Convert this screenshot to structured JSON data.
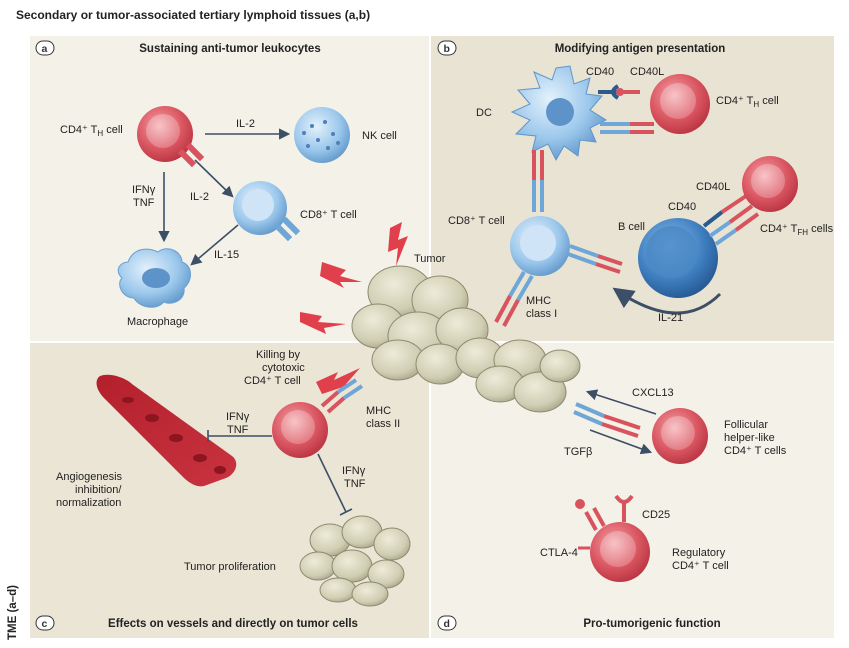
{
  "title": "Secondary or tumor-associated tertiary lymphoid tissues (a,b)",
  "side_label": "TME (a–d)",
  "colors": {
    "panel_a": "#f4f1e8",
    "panel_b": "#e9e3d4",
    "panel_c": "#ebe5d6",
    "panel_d": "#f4f1e8",
    "red_cell": "#d9535e",
    "blue_cell": "#8fbfe6",
    "tumor": "#d3d1b7",
    "arrow": "#3d4f66"
  },
  "panels": {
    "a": {
      "letter": "a",
      "title": "Sustaining anti-tumor leukocytes"
    },
    "b": {
      "letter": "b",
      "title": "Modifying antigen presentation"
    },
    "c": {
      "letter": "c",
      "title": "Effects on vessels and directly on tumor cells"
    },
    "d": {
      "letter": "d",
      "title": "Pro-tumorigenic function"
    }
  },
  "labels": {
    "a_cd4": "CD4⁺ T",
    "a_cd4_sub": "H",
    "a_cd4_tail": " cell",
    "a_il2_top": "IL-2",
    "a_nk": "NK cell",
    "a_ifn": "IFNγ",
    "a_tnf": "TNF",
    "a_il2": "IL-2",
    "a_cd8": "CD8⁺ T cell",
    "a_il15": "IL-15",
    "a_macro": "Macrophage",
    "tumor": "Tumor",
    "b_cd40": "CD40",
    "b_cd40l": "CD40L",
    "b_dc": "DC",
    "b_cd4": "CD4⁺ T",
    "b_cd4_sub": "H",
    "b_cd4_tail": " cell",
    "b_cd8": "CD8⁺ T cell",
    "b_bcell": "B cell",
    "b_cd40l2": "CD40L",
    "b_cd40_2": "CD40",
    "b_tfh": "CD4⁺ T",
    "b_tfh_sub": "FH",
    "b_tfh_tail": " cells",
    "b_mhc1": "MHC",
    "b_mhc1_2": "class I",
    "b_il21": "IL-21",
    "c_kill1": "Killing by",
    "c_kill2": "cytotoxic",
    "c_kill3": "CD4⁺ T cell",
    "c_ifn1": "IFNγ",
    "c_tnf1": "TNF",
    "c_mhc2": "MHC",
    "c_mhc2_2": "class II",
    "c_ifn2": "IFNγ",
    "c_tnf2": "TNF",
    "c_angio1": "Angiogenesis",
    "c_angio2": "inhibition/",
    "c_angio3": "normalization",
    "c_prolif": "Tumor proliferation",
    "d_cxcl13": "CXCL13",
    "d_tgfb": "TGFβ",
    "d_foll1": "Follicular",
    "d_foll2": "helper-like",
    "d_foll3": "CD4⁺ T cells",
    "d_cd25": "CD25",
    "d_ctla4": "CTLA-4",
    "d_treg1": "Regulatory",
    "d_treg2": "CD4⁺ T cell"
  }
}
